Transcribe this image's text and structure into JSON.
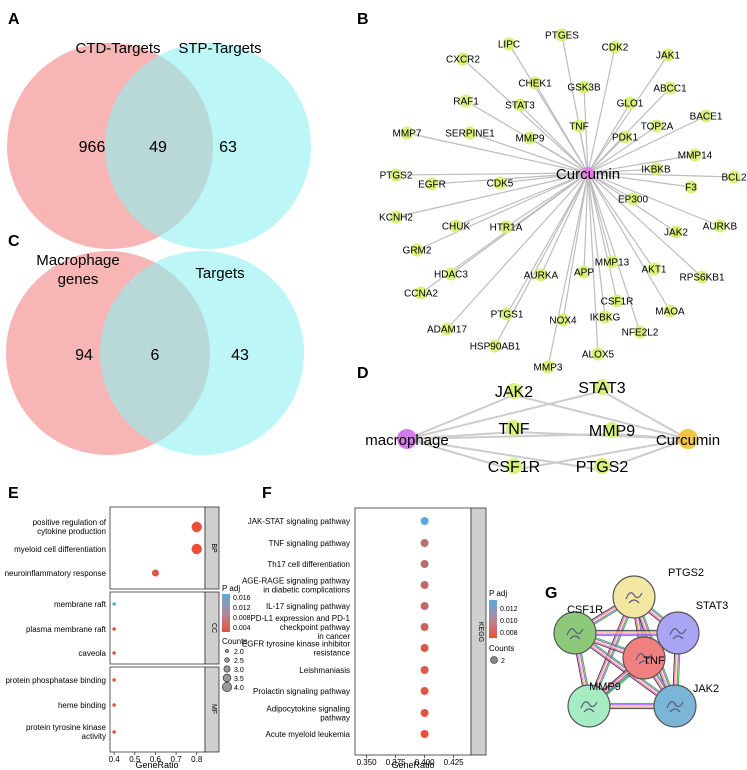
{
  "panels": {
    "A": {
      "label": "A",
      "left_title": "CTD-Targets",
      "right_title": "STP-Targets",
      "left_only": "966",
      "both": "49",
      "right_only": "63",
      "left_color": "#f7a8a8",
      "right_color": "#90f0f0"
    },
    "B": {
      "label": "B",
      "center": "Curcumin",
      "center_color": "#e77be7",
      "node_color": "#d8f07c",
      "nodes": [
        "CXCR2",
        "LIPC",
        "PTGES",
        "CDK2",
        "JAK1",
        "CHEK1",
        "GSK3B",
        "ABCC1",
        "RAF1",
        "STAT3",
        "GLO1",
        "BACE1",
        "MMP7",
        "SERPINE1",
        "MMP9",
        "TNF",
        "PDK1",
        "TOP2A",
        "PTGS2",
        "EGFR",
        "CDK5",
        "IKBKB",
        "MMP14",
        "BCL2",
        "F3",
        "KCNH2",
        "EP300",
        "CHUK",
        "HTR1A",
        "JAK2",
        "AURKB",
        "GRM2",
        "MMP13",
        "AKT1",
        "RPS6KB1",
        "HDAC3",
        "AURKA",
        "APP",
        "CCNA2",
        "CSF1R",
        "MAOA",
        "PTGS1",
        "NOX4",
        "IKBKG",
        "ADAM17",
        "NFE2L2",
        "HSP90AB1",
        "ALOX5",
        "MMP3"
      ]
    },
    "C": {
      "label": "C",
      "left_title_1": "Macrophage",
      "left_title_2": "genes",
      "right_title": "Targets",
      "left_only": "94",
      "both": "6",
      "right_only": "43"
    },
    "D": {
      "label": "D",
      "left_node": "macrophage",
      "right_node": "Curcumin",
      "left_color": "#d37be8",
      "right_color": "#f5c542",
      "middle": [
        "JAK2",
        "STAT3",
        "TNF",
        "MMP9",
        "CSF1R",
        "PTGS2"
      ]
    },
    "E": {
      "label": "E",
      "x_title": "GeneRatio",
      "x_ticks": [
        "0.4",
        "0.5",
        "0.6",
        "0.7",
        "0.8"
      ],
      "strips": [
        "BP",
        "CC",
        "MF"
      ],
      "legend_padj_title": "P adj",
      "legend_padj_ticks": [
        "0.016",
        "0.012",
        "0.008",
        "0.004"
      ],
      "legend_counts_title": "Counts",
      "legend_counts_ticks": [
        "2.0",
        "2.5",
        "3.0",
        "3.5",
        "4.0"
      ],
      "terms": [
        {
          "l1": "positive regulation of",
          "l2": "cytokine production",
          "group": "BP"
        },
        {
          "l1": "myeloid cell differentiation",
          "l2": "",
          "group": "BP"
        },
        {
          "l1": "neuroinflammatory response",
          "l2": "",
          "group": "BP"
        },
        {
          "l1": "membrane raft",
          "l2": "",
          "group": "CC"
        },
        {
          "l1": "plasma membrane raft",
          "l2": "",
          "group": "CC"
        },
        {
          "l1": "caveola",
          "l2": "",
          "group": "CC"
        },
        {
          "l1": "protein phosphatase binding",
          "l2": "",
          "group": "MF"
        },
        {
          "l1": "heme binding",
          "l2": "",
          "group": "MF"
        },
        {
          "l1": "protein tyrosine kinase",
          "l2": "activity",
          "group": "MF"
        }
      ]
    },
    "F": {
      "label": "F",
      "x_title": "GeneRatio",
      "x_ticks": [
        "0.350",
        "0.375",
        "0.400",
        "0.425"
      ],
      "strip": "KEGG",
      "legend_padj_title": "P adj",
      "legend_padj_ticks": [
        "0.012",
        "0.010",
        "0.008"
      ],
      "legend_counts_title": "Counts",
      "legend_counts_ticks": [
        "2"
      ],
      "terms": [
        {
          "lines": [
            "JAK-STAT signaling pathway"
          ]
        },
        {
          "lines": [
            "TNF signaling pathway"
          ]
        },
        {
          "lines": [
            "Th17 cell differentiation"
          ]
        },
        {
          "lines": [
            "AGE-RAGE signaling pathway",
            "in diabetic complications"
          ]
        },
        {
          "lines": [
            "IL-17 signaling pathway"
          ]
        },
        {
          "lines": [
            "PD-L1 expression and PD-1",
            "checkpoint pathway",
            "in cancer"
          ]
        },
        {
          "lines": [
            "EGFR tyrosine kinase inhibitor",
            "resistance"
          ]
        },
        {
          "lines": [
            "Leishmaniasis"
          ]
        },
        {
          "lines": [
            "Prolactin signaling pathway"
          ]
        },
        {
          "lines": [
            "Adipocytokine signaling",
            "pathway"
          ]
        },
        {
          "lines": [
            "Acute myeloid leukemia"
          ]
        }
      ]
    },
    "G": {
      "label": "G",
      "nodes": [
        {
          "name": "PTGS2",
          "color": "#f3e7a4"
        },
        {
          "name": "STAT3",
          "color": "#a9a4f3"
        },
        {
          "name": "CSF1R",
          "color": "#8cc97a"
        },
        {
          "name": "TNF",
          "color": "#f08080"
        },
        {
          "name": "MMP9",
          "color": "#a6ecc3"
        },
        {
          "name": "JAK2",
          "color": "#7cb6d6"
        }
      ]
    }
  },
  "chart_data": [
    {
      "type": "scatter",
      "xlabel": "GeneRatio",
      "xlim": [
        0.38,
        0.84
      ],
      "categories": [
        "positive regulation of cytokine production",
        "myeloid cell differentiation",
        "neuroinflammatory response",
        "membrane raft",
        "plasma membrane raft",
        "caveola",
        "protein phosphatase binding",
        "heme binding",
        "protein tyrosine kinase activity"
      ],
      "facets": [
        "BP",
        "BP",
        "BP",
        "CC",
        "CC",
        "CC",
        "MF",
        "MF",
        "MF"
      ],
      "x": [
        0.8,
        0.8,
        0.6,
        0.4,
        0.4,
        0.4,
        0.4,
        0.4,
        0.4
      ],
      "counts": [
        4,
        4,
        3,
        2,
        2,
        2,
        2,
        2,
        2
      ],
      "padj": [
        0.003,
        0.003,
        0.004,
        0.016,
        0.004,
        0.004,
        0.004,
        0.004,
        0.004
      ],
      "legend": [
        "P adj",
        "Counts"
      ]
    },
    {
      "type": "scatter",
      "xlabel": "GeneRatio",
      "xlim": [
        0.34,
        0.44
      ],
      "categories": [
        "JAK-STAT signaling pathway",
        "TNF signaling pathway",
        "Th17 cell differentiation",
        "AGE-RAGE signaling pathway in diabetic complications",
        "IL-17 signaling pathway",
        "PD-L1 expression and PD-1 checkpoint pathway in cancer",
        "EGFR tyrosine kinase inhibitor resistance",
        "Leishmaniasis",
        "Prolactin signaling pathway",
        "Adipocytokine signaling pathway",
        "Acute myeloid leukemia"
      ],
      "facets": [
        "KEGG",
        "KEGG",
        "KEGG",
        "KEGG",
        "KEGG",
        "KEGG",
        "KEGG",
        "KEGG",
        "KEGG",
        "KEGG",
        "KEGG"
      ],
      "x": [
        0.4,
        0.4,
        0.4,
        0.4,
        0.4,
        0.4,
        0.4,
        0.4,
        0.4,
        0.4,
        0.4
      ],
      "counts": [
        2,
        2,
        2,
        2,
        2,
        2,
        2,
        2,
        2,
        2,
        2
      ],
      "padj": [
        0.0135,
        0.0095,
        0.0095,
        0.0092,
        0.0092,
        0.0088,
        0.0082,
        0.0082,
        0.008,
        0.0078,
        0.0075
      ],
      "legend": [
        "P adj",
        "Counts"
      ]
    }
  ]
}
